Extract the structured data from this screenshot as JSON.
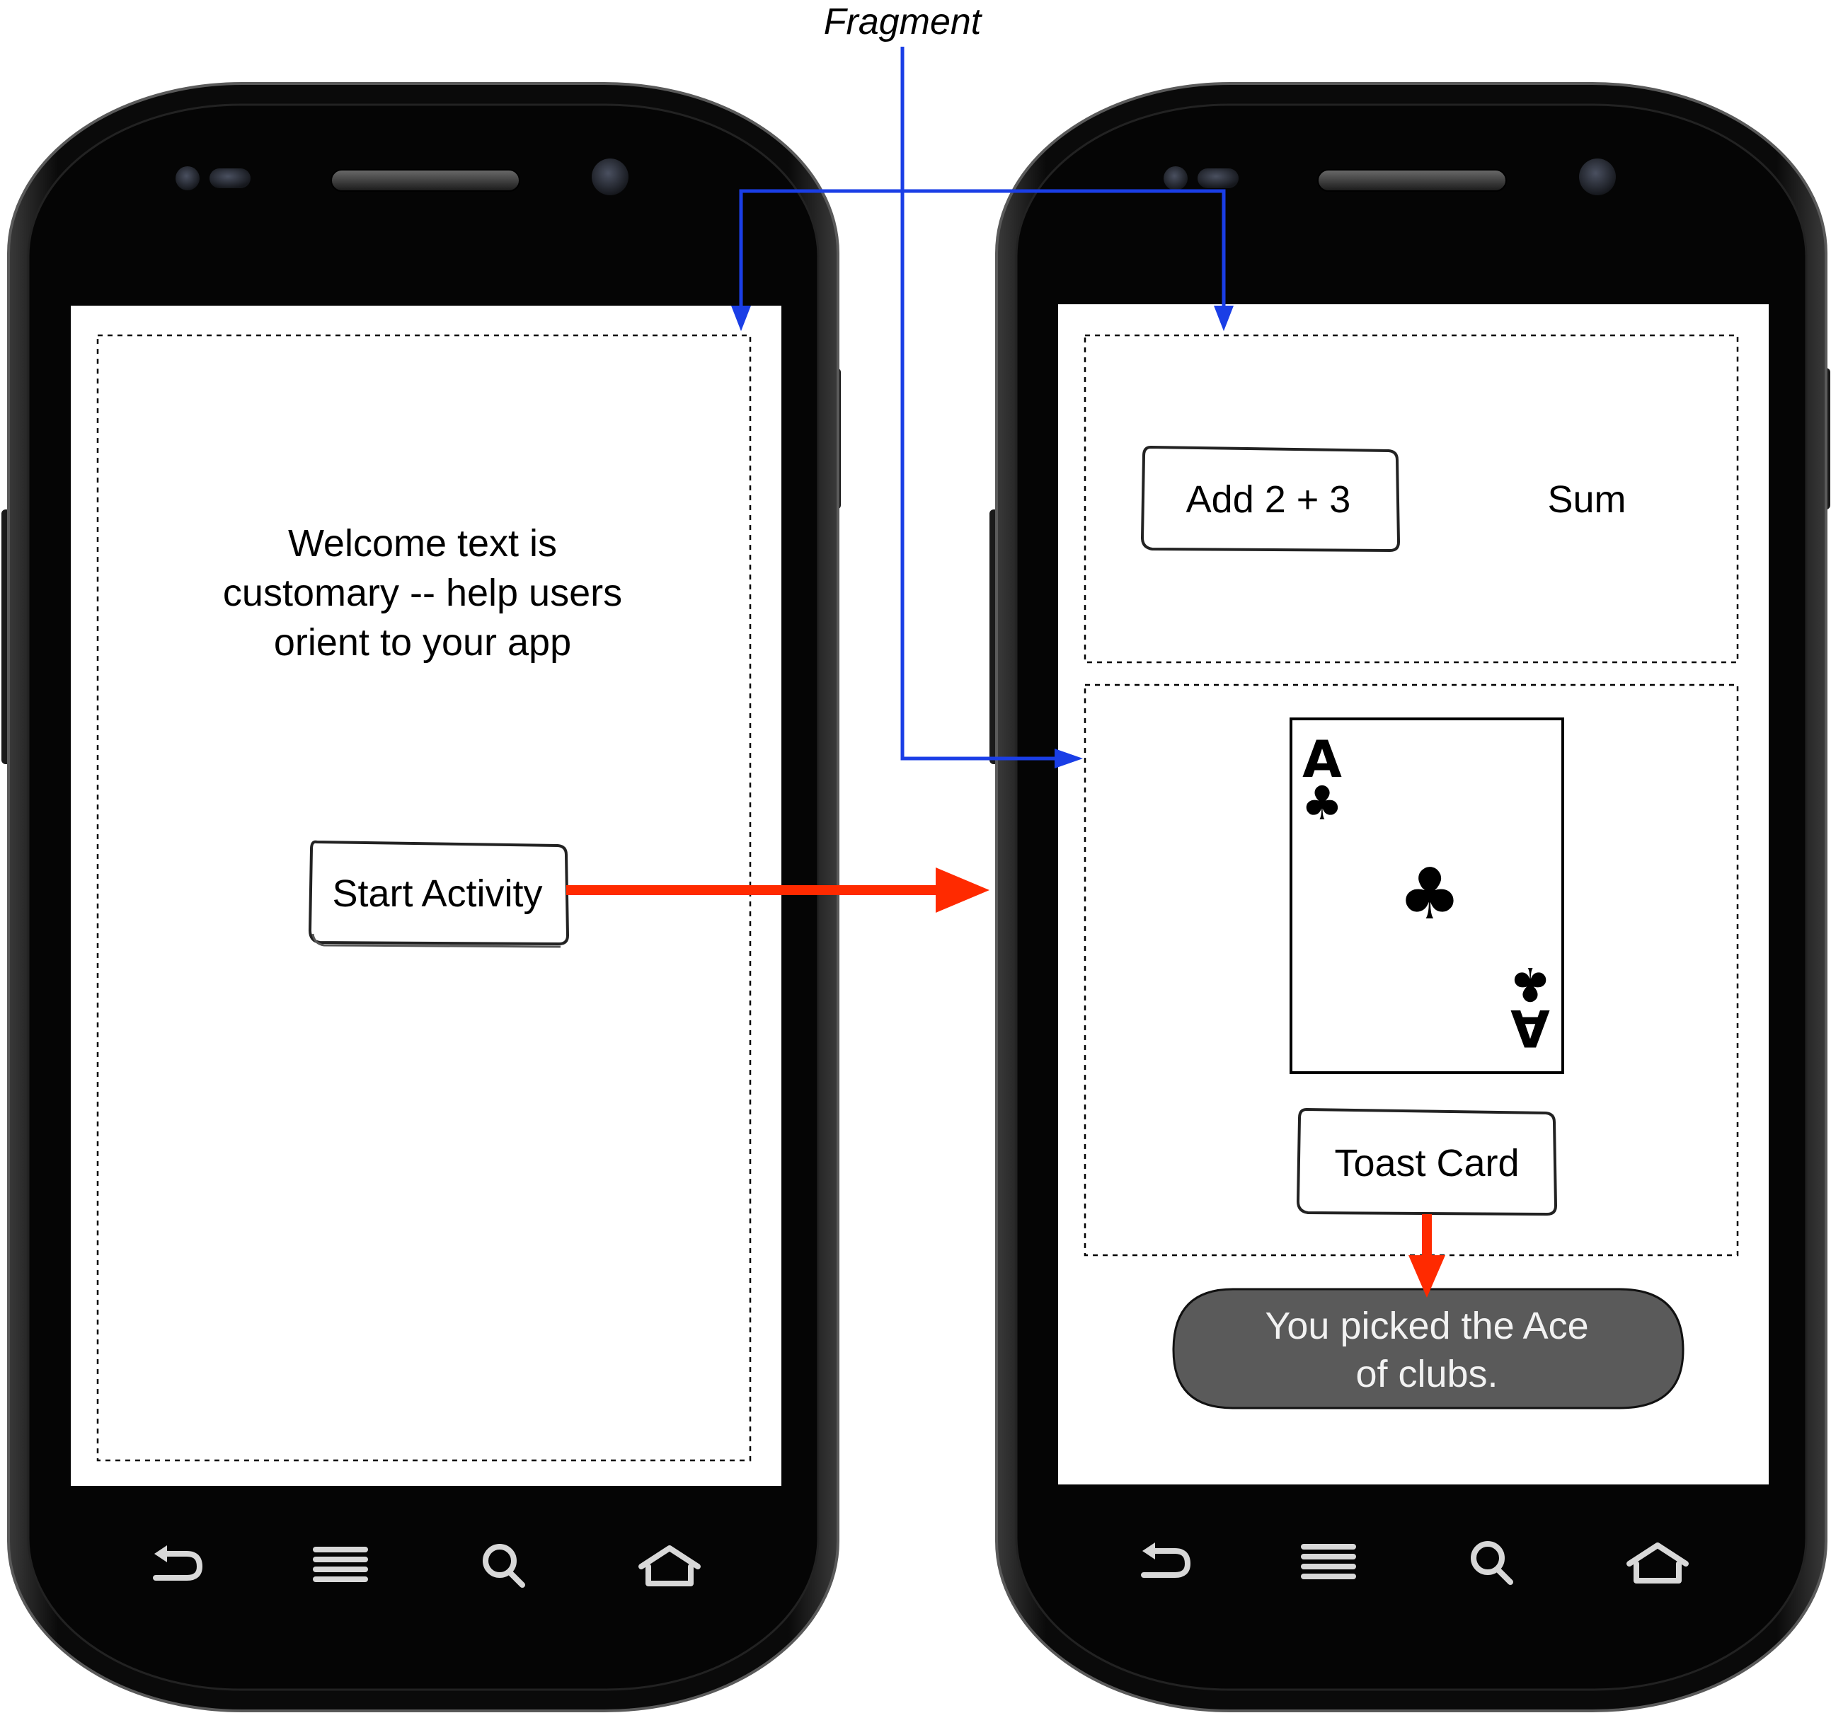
{
  "fragment_label": "Fragment",
  "left_phone": {
    "welcome_lines": [
      "Welcome text is",
      "customary -- help users",
      "orient to your app"
    ],
    "start_button_label": "Start Activity",
    "nav_icons": [
      "back-icon",
      "menu-icon",
      "search-icon",
      "home-icon"
    ]
  },
  "right_phone": {
    "add_button_label": "Add 2 + 3",
    "sum_label": "Sum",
    "card": {
      "rank": "A",
      "suit_symbol": "♣"
    },
    "toast_button_label": "Toast Card",
    "toast_lines": [
      "You picked the Ace",
      "of clubs."
    ],
    "nav_icons": [
      "back-icon",
      "menu-icon",
      "search-icon",
      "home-icon"
    ]
  },
  "colors": {
    "fragment_arrow": "#1a3ee6",
    "activity_arrow": "#ff2a00",
    "toast_bg": "#5a5a5a",
    "phone_body": "#0c0c0c"
  }
}
